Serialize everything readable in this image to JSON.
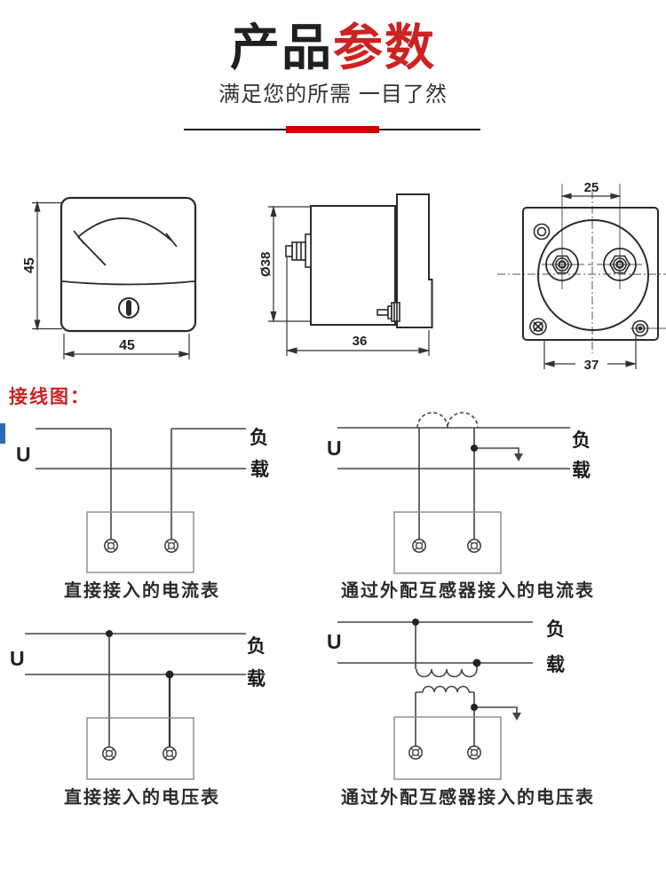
{
  "header": {
    "title_black": "产品",
    "title_red": "参数",
    "subtitle": "满足您的所需 一目了然"
  },
  "section": {
    "wiring_label": "接线图："
  },
  "drawings": {
    "front": {
      "height_dim": "45",
      "width_dim": "45"
    },
    "side": {
      "diameter_dim": "Ø38",
      "depth_dim": "36"
    },
    "back": {
      "terminal_pitch_dim": "25",
      "mount_pitch_dim": "37"
    }
  },
  "wiring": {
    "d1": {
      "u": "U",
      "load_top": "负",
      "load_bottom": "载",
      "caption": "直接接入的电流表"
    },
    "d2": {
      "u": "U",
      "load_top": "负",
      "load_bottom": "载",
      "caption": "通过外配互感器接入的电流表"
    },
    "d3": {
      "u": "U",
      "load_top": "负",
      "load_bottom": "载",
      "caption": "直接接入的电压表"
    },
    "d4": {
      "u": "U",
      "load_top": "负",
      "load_bottom": "载",
      "caption": "通过外配互感器接入的电压表"
    }
  },
  "colors": {
    "accent_red": "#cc2222",
    "divider_red": "#cc0000",
    "blue_tick": "#2a6cb4",
    "line_dark": "#333333"
  }
}
